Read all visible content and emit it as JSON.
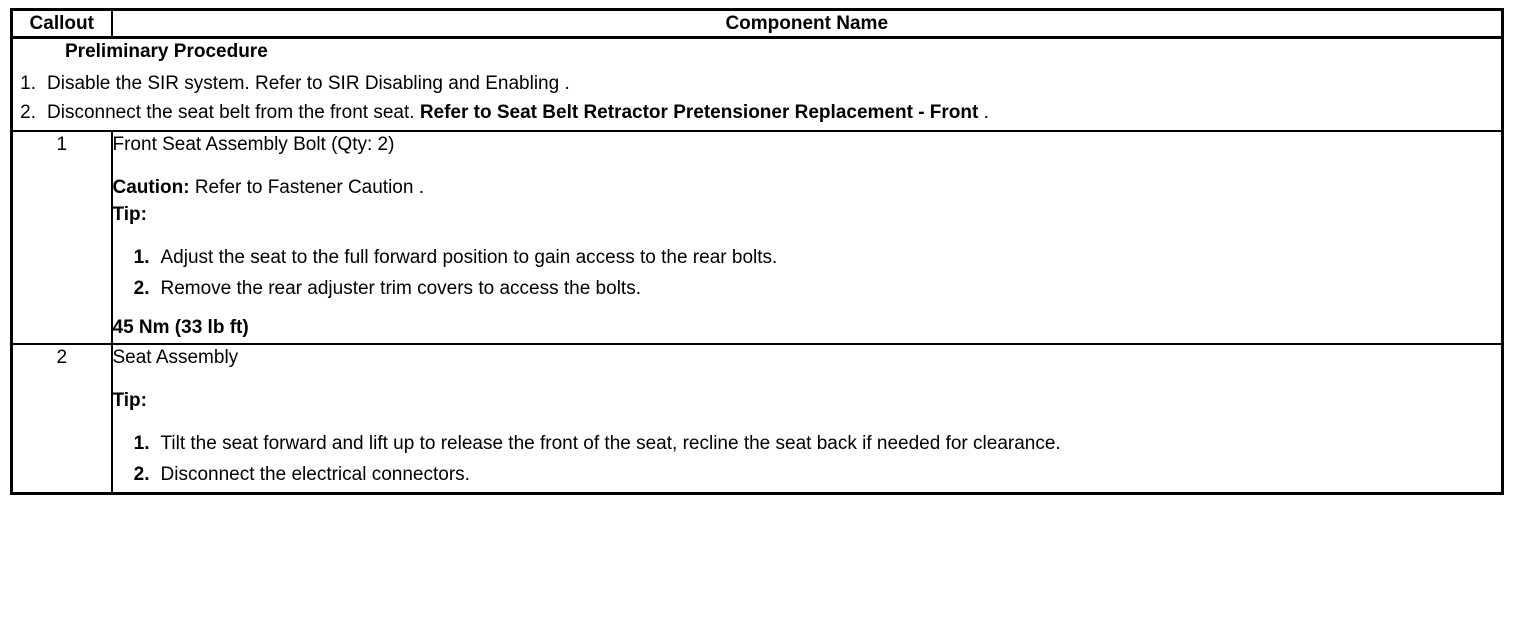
{
  "table": {
    "headers": {
      "callout": "Callout",
      "component_name": "Component Name"
    },
    "preliminary": {
      "heading": "Preliminary Procedure",
      "steps": [
        {
          "number": "1.",
          "text_plain": "Disable the SIR system. Refer to SIR Disabling and Enabling .",
          "lead": "Disable the SIR system. Refer to SIR Disabling and Enabling .",
          "bold_ref": "",
          "trail": ""
        },
        {
          "number": "2.",
          "text_plain": "Disconnect the seat belt from the front seat. Refer to Seat Belt Retractor Pretensioner Replacement - Front .",
          "lead": "Disconnect the seat belt from the front seat. ",
          "bold_ref": "Refer to Seat Belt Retractor Pretensioner Replacement - Front",
          "trail": " ."
        }
      ]
    },
    "rows": [
      {
        "callout": "1",
        "component_name": "Front Seat Assembly Bolt (Qty: 2)",
        "caution_label": "Caution:",
        "caution_text": " Refer to Fastener Caution .",
        "tip_label": "Tip:",
        "tip_steps": [
          {
            "number": "1.",
            "text": "Adjust the seat to the full forward position to gain access to the rear bolts."
          },
          {
            "number": "2.",
            "text": "Remove the rear adjuster trim covers to access the bolts."
          }
        ],
        "torque": "45 Nm (33 lb ft)"
      },
      {
        "callout": "2",
        "component_name": "Seat Assembly",
        "tip_label": "Tip:",
        "tip_steps": [
          {
            "number": "1.",
            "text": "Tilt the seat forward and lift up to release the front of the seat, recline the seat back if needed for clearance."
          },
          {
            "number": "2.",
            "text": "Disconnect the electrical connectors."
          }
        ]
      }
    ]
  },
  "colors": {
    "border": "#000000",
    "text": "#000000",
    "background": "#ffffff"
  }
}
